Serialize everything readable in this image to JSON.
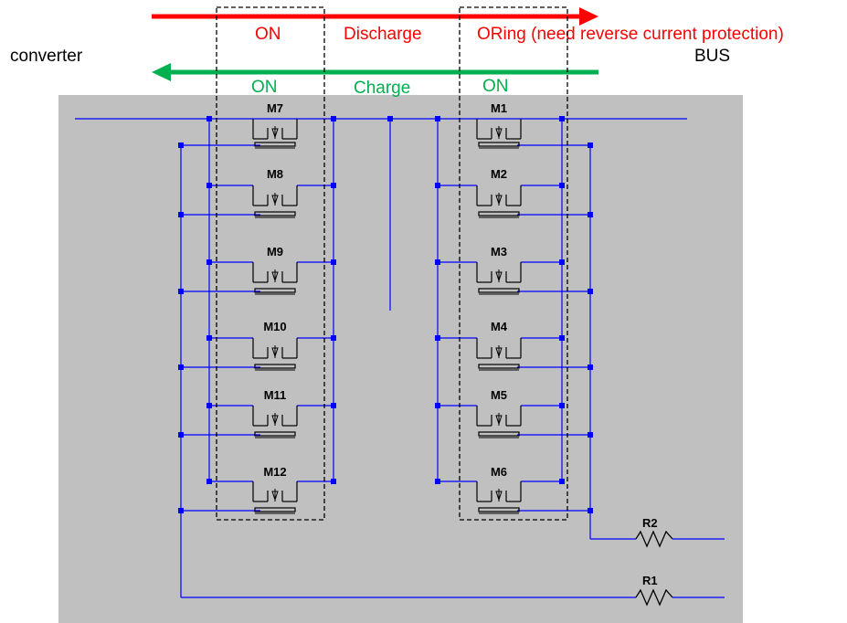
{
  "labels": {
    "converter": "converter",
    "bus": "BUS",
    "discharge_on": "ON",
    "discharge": "Discharge",
    "oring": "ORing (need reverse current protection)",
    "charge_on_left": "ON",
    "charge": "Charge",
    "charge_on_right": "ON"
  },
  "left_mosfets": [
    "M7",
    "M8",
    "M9",
    "M10",
    "M11",
    "M12"
  ],
  "right_mosfets": [
    "M1",
    "M2",
    "M3",
    "M4",
    "M5",
    "M6"
  ],
  "resistors": [
    "R2",
    "R1"
  ],
  "colors": {
    "discharge_arrow": "#ff0000",
    "charge_arrow": "#00b050",
    "discharge_text": "#ff0000",
    "charge_text": "#00b050",
    "wire": "#0000ff",
    "node": "#0000ff",
    "component": "#000000",
    "schematic_bg": "#c0c0c0",
    "dashed_box": "#000000"
  }
}
